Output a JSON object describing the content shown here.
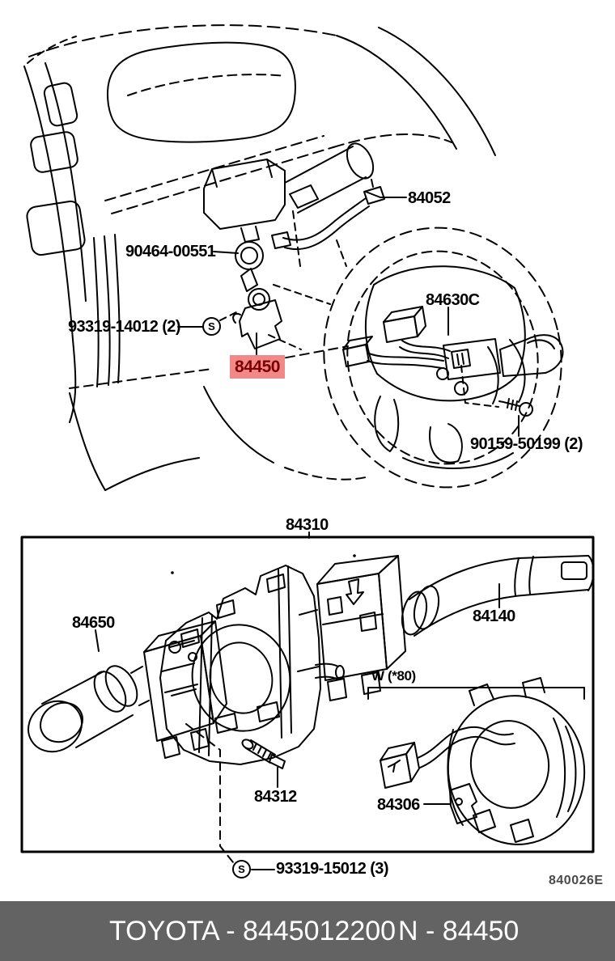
{
  "upper": {
    "callouts": {
      "harness": "84052",
      "grommet": "90464-00551",
      "screw_s": "93319-14012 (2)",
      "selected": "84450",
      "spiral_switch": "84630C",
      "screw_lower": "90159-50199 (2)"
    },
    "s_marker": "S"
  },
  "lower": {
    "assembly": "84310",
    "callouts": {
      "headlamp_switch": "84650",
      "wiper_lever": "84140",
      "variant_note": "W (*80)",
      "screw": "84312",
      "spiral_cable": "84306",
      "screw_s": "93319-15012 (3)"
    },
    "s_marker": "S",
    "drawing_code": "840026E"
  },
  "colors": {
    "line": "#000000",
    "highlight_bg": "#f28989",
    "highlight_fg": "#7c0000",
    "footer_bg": "#636363",
    "footer_fg": "#ffffff"
  },
  "footer": {
    "brand_part": "TOYOTA - 8445012200",
    "ref": "N - 84450"
  }
}
